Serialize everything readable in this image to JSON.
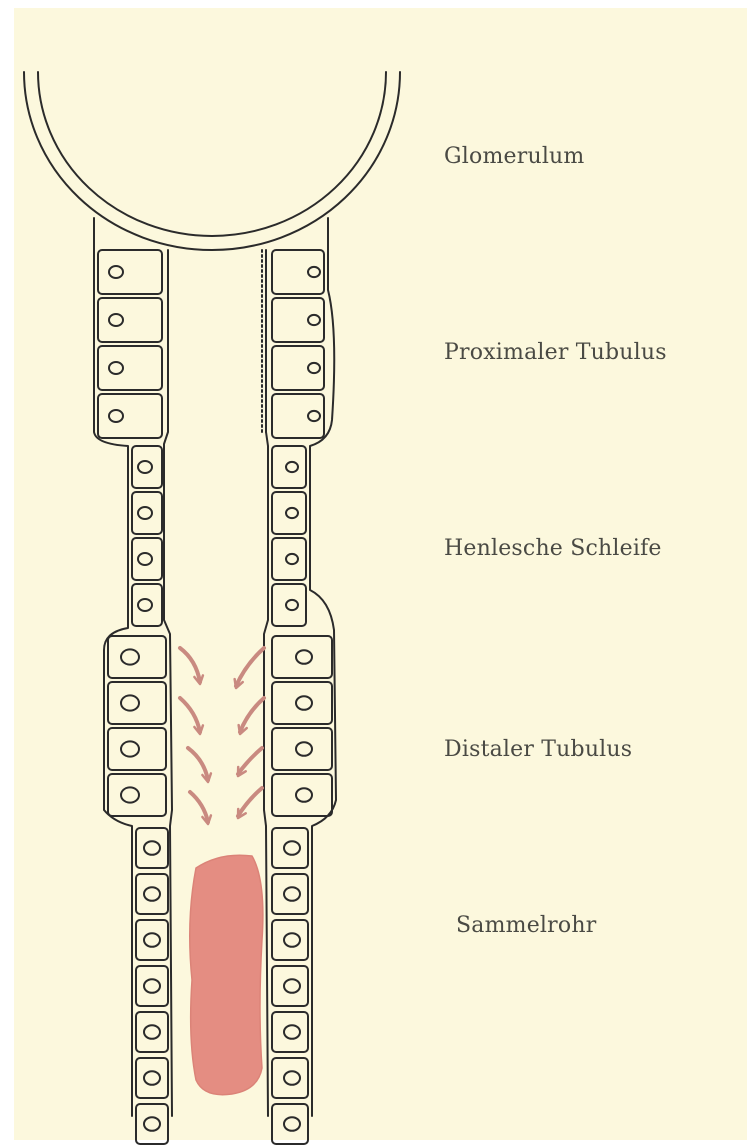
{
  "labels": {
    "glomerulum": "Glomerulum",
    "proximal": "Proximaler Tubulus",
    "henle": "Henlesche Schleife",
    "distal": "Distaler Tubulus",
    "sammelrohr": "Sammelrohr"
  },
  "colors": {
    "paper": "#fcf8dd",
    "ink": "#2b2b2b",
    "arrow": "#c98a80",
    "cast": "#e3857b"
  }
}
